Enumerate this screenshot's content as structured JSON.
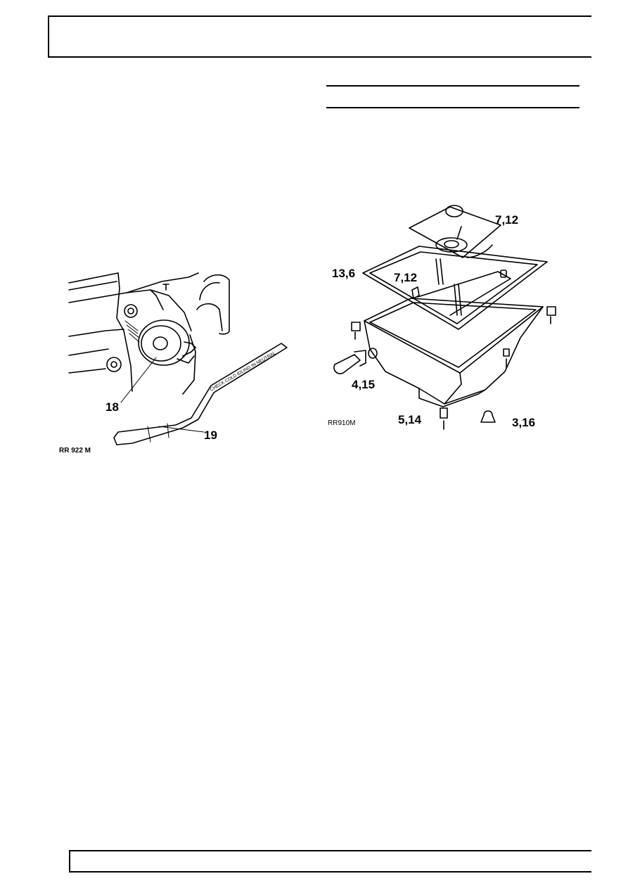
{
  "figure_left": {
    "ref_code": "RR 922 M",
    "callouts": {
      "c18": "18",
      "c19": "19"
    },
    "dipstick_text": "CHECK COLD IDLING IN NEUTRAL"
  },
  "figure_right": {
    "ref_code": "RR910M",
    "callouts": {
      "c7_12_top": "7,12",
      "c13_6": "13,6",
      "c7_12_mid": "7,12",
      "c4_15": "4,15",
      "c5_14": "5,14",
      "c3_16": "3,16"
    }
  }
}
